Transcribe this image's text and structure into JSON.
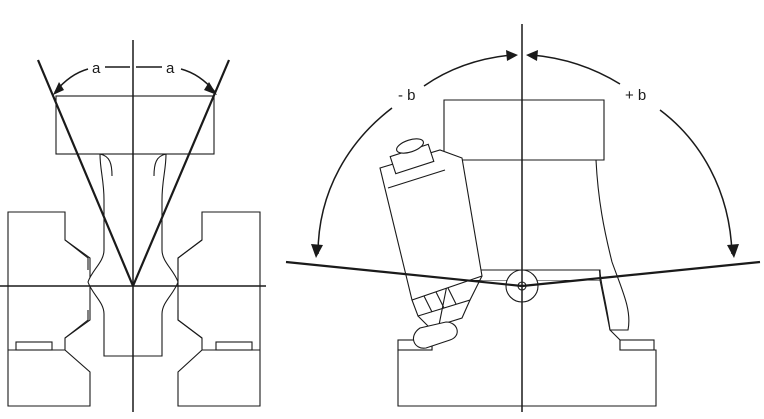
{
  "left_view": {
    "angle_labels": [
      "a",
      "a"
    ]
  },
  "right_view": {
    "angle_labels": [
      "- b",
      "+ b"
    ]
  },
  "colors": {
    "line": "#1a1a1a",
    "background": "#ffffff"
  }
}
